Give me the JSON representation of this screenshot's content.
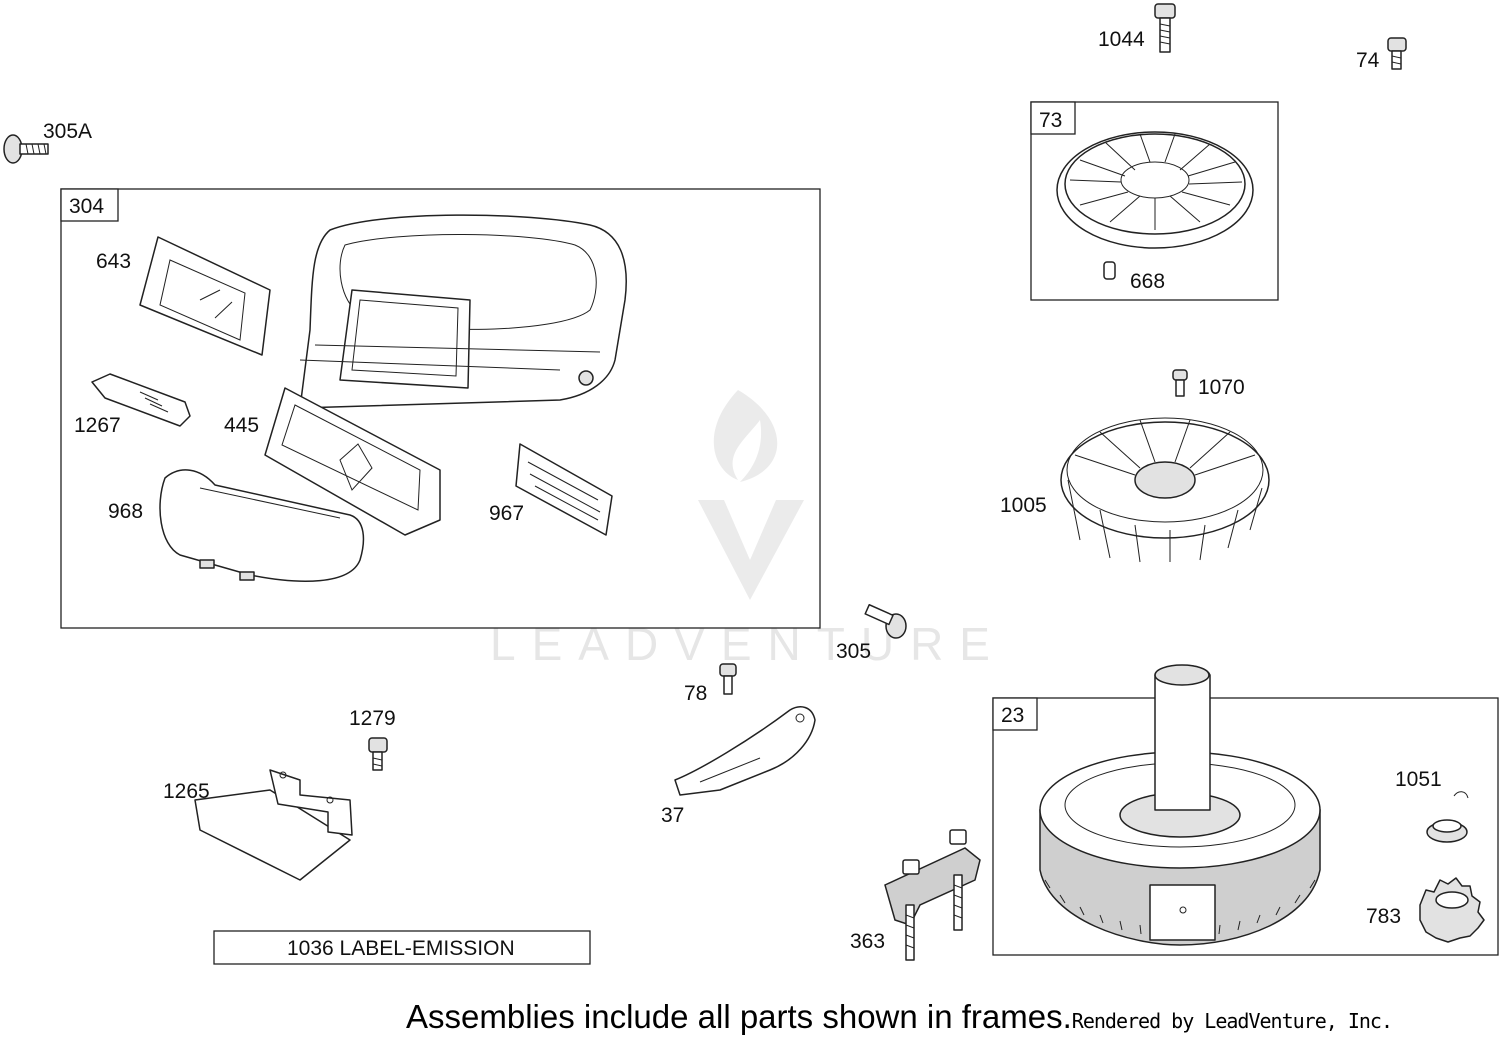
{
  "watermark": {
    "text": "LEADVENTURE"
  },
  "frames": [
    {
      "id": "304"
    },
    {
      "id": "73"
    },
    {
      "id": "23"
    }
  ],
  "parts": {
    "p1044": "1044",
    "p74": "74",
    "p305a": "305A",
    "p668": "668",
    "p643": "643",
    "p1070": "1070",
    "p1267": "1267",
    "p445": "445",
    "p968": "968",
    "p967": "967",
    "p1005": "1005",
    "p305": "305",
    "p78": "78",
    "p1279": "1279",
    "p1265": "1265",
    "p37": "37",
    "p1051": "1051",
    "p783": "783",
    "p363": "363"
  },
  "label_box": {
    "text": "1036 LABEL-EMISSION"
  },
  "footer": {
    "note": "Assemblies include all parts shown in frames.",
    "credit": "Rendered by LeadVenture, Inc."
  }
}
